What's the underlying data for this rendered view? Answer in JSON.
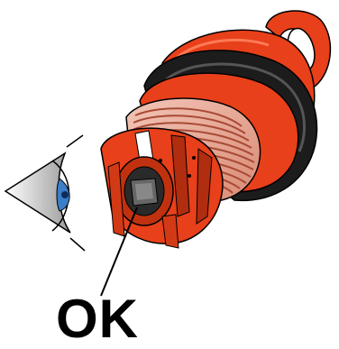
{
  "caption": "OK",
  "colors": {
    "part_orange": "#e8401a",
    "part_dark_orange": "#b02d10",
    "gasket_black": "#1c1c1c",
    "spring_pink": "#e8a290",
    "eye_blue": "#3a7fc8"
  },
  "icons": [
    "eye-icon",
    "cartridge-illustration",
    "pointer-line"
  ]
}
